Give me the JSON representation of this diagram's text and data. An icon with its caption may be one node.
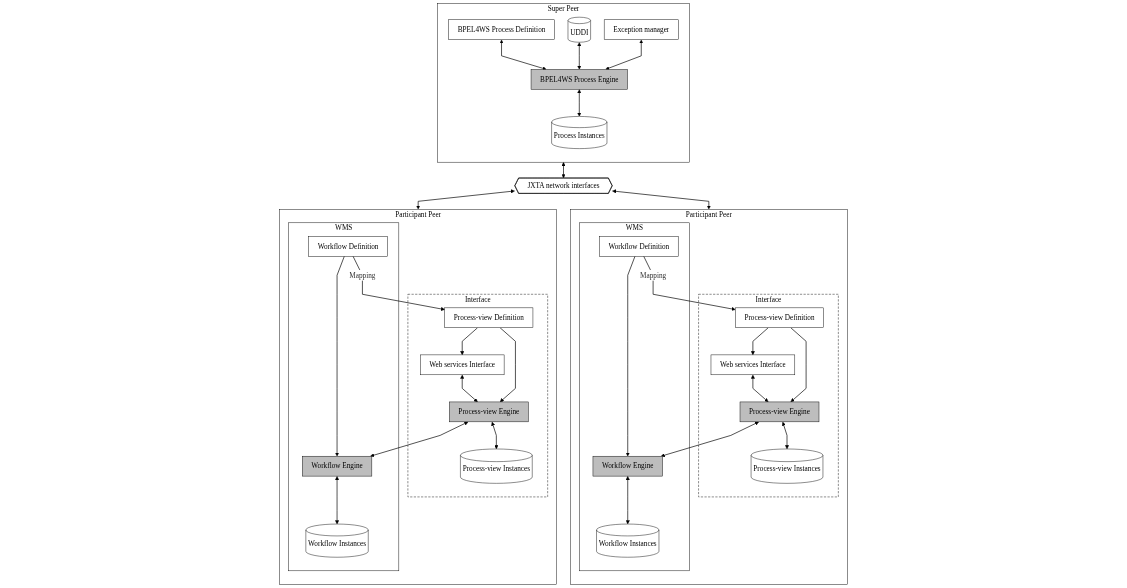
{
  "diagram": {
    "nodes": [
      {
        "text": [
          "Super Peer"
        ]
      },
      {
        "text": [
          "BPEL4WS Process Definition"
        ],
        "in": 0
      },
      {
        "text": [
          "UDDI"
        ],
        "in": 0
      },
      {
        "text": [
          "BPEL4WS Process Engine"
        ],
        "in": 0
      },
      {
        "text": [
          "Exception manager"
        ],
        "in": 0
      },
      {
        "text": [
          "Process Instances"
        ],
        "in": 0
      },
      {
        "text": [
          "JXTA network interfaces"
        ]
      },
      {
        "text": [
          "Participant Peer"
        ]
      },
      {
        "text": [
          "Interface"
        ],
        "in": 7
      },
      {
        "text": [
          "Web services Interface"
        ],
        "in": 8
      },
      {
        "text": [
          "Process-view Definition"
        ],
        "in": 8
      },
      {
        "text": [
          "Process-view Engine"
        ],
        "in": 8
      },
      {
        "text": [
          "Process-view Instances"
        ],
        "in": 8
      },
      {
        "text": [
          "WMS"
        ],
        "in": 7
      },
      {
        "text": [
          "Workflow Definition"
        ],
        "in": 13
      },
      {
        "text": [
          "Workflow Engine"
        ],
        "in": 13
      },
      {
        "text": [
          "Workflow Instances"
        ],
        "in": 13
      },
      {
        "text": [
          "Participant Peer"
        ]
      },
      {
        "text": [
          "Interface"
        ],
        "in": 17
      },
      {
        "text": [
          "Web services Interface"
        ],
        "in": 18
      },
      {
        "text": [
          "Process-view Definition"
        ],
        "in": 18
      },
      {
        "text": [
          "Process-view Engine"
        ],
        "in": 18
      },
      {
        "text": [
          "Process-view Instances"
        ],
        "in": 18
      },
      {
        "text": [
          "WMS"
        ],
        "in": 17
      },
      {
        "text": [
          "Workflow Definition"
        ],
        "in": 23
      },
      {
        "text": [
          "Workflow Engine"
        ],
        "in": 23
      },
      {
        "text": [
          "Workflow Instances"
        ],
        "in": 23
      }
    ],
    "edges": [
      {
        "from": 1,
        "to": 3,
        "arrow": "both"
      },
      {
        "from": 2,
        "to": 3,
        "arrow": "both"
      },
      {
        "from": 4,
        "to": 3,
        "arrow": "both"
      },
      {
        "from": 3,
        "to": 5,
        "arrow": "both"
      },
      {
        "from": 0,
        "to": 6,
        "arrow": "both"
      },
      {
        "from": 6,
        "to": 7,
        "arrow": "both"
      },
      {
        "from": 6,
        "to": 17,
        "arrow": "both"
      },
      {
        "from": 10,
        "to": 9,
        "arrow": "to"
      },
      {
        "from": 9,
        "to": 11,
        "arrow": "both"
      },
      {
        "from": 10,
        "to": 11,
        "arrow": "to"
      },
      {
        "from": 11,
        "to": 12,
        "arrow": "both"
      },
      {
        "from": 14,
        "to": 10,
        "arrow": "to",
        "label": "Mapping"
      },
      {
        "from": 11,
        "to": 15,
        "arrow": "both"
      },
      {
        "from": 14,
        "to": 15,
        "arrow": "to"
      },
      {
        "from": 15,
        "to": 16,
        "arrow": "both"
      },
      {
        "from": 20,
        "to": 19,
        "arrow": "to"
      },
      {
        "from": 19,
        "to": 21,
        "arrow": "both"
      },
      {
        "from": 20,
        "to": 21,
        "arrow": "to"
      },
      {
        "from": 21,
        "to": 22,
        "arrow": "both"
      },
      {
        "from": 24,
        "to": 20,
        "arrow": "to",
        "label": "Mapping"
      },
      {
        "from": 21,
        "to": 25,
        "arrow": "both"
      },
      {
        "from": 24,
        "to": 25,
        "arrow": "to"
      },
      {
        "from": 25,
        "to": 26,
        "arrow": "both"
      }
    ]
  }
}
